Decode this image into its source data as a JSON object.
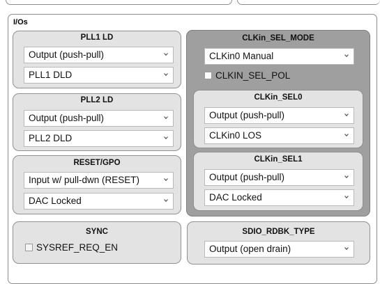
{
  "ios": {
    "title": "I/Os",
    "pll1_ld": {
      "title": "PLL1 LD",
      "type": "Output (push-pull)",
      "value": "PLL1 DLD"
    },
    "pll2_ld": {
      "title": "PLL2 LD",
      "type": "Output (push-pull)",
      "value": "PLL2 DLD"
    },
    "reset_gpo": {
      "title": "RESET/GPO",
      "type": "Input w/ pull-dwn  (RESET)",
      "value": "DAC Locked"
    },
    "sync": {
      "title": "SYNC",
      "checkbox_label": "SYSREF_REQ_EN",
      "checked": false
    },
    "clkin_sel_mode": {
      "title": "CLKin_SEL_MODE",
      "value": "CLKin0 Manual",
      "pol_label": "CLKIN_SEL_POL",
      "pol_checked": false,
      "sel0": {
        "title": "CLKin_SEL0",
        "type": "Output (push-pull)",
        "value": "CLKin0 LOS"
      },
      "sel1": {
        "title": "CLKin_SEL1",
        "type": "Output (push-pull)",
        "value": "DAC Locked"
      }
    },
    "sdio_rdbk_type": {
      "title": "SDIO_RDBK_TYPE",
      "value": "Output (open drain)"
    }
  },
  "icons": {
    "dropdown": "chevron-down-icon"
  }
}
